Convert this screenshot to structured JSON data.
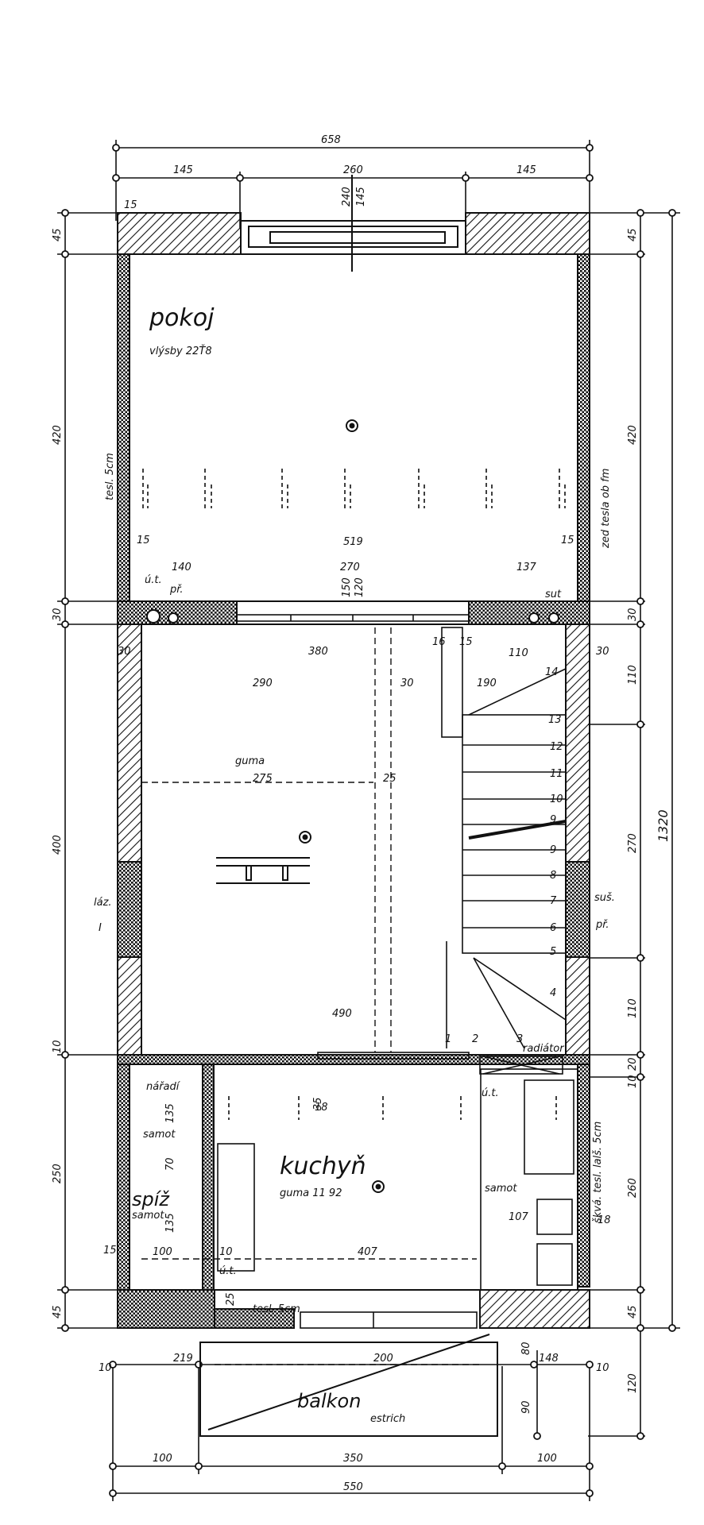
{
  "rooms": {
    "pokoj": {
      "name": "pokoj",
      "note": "vlýsby 22Ť8"
    },
    "kuchyn": {
      "name": "kuchyň",
      "note": "guma 11 92"
    },
    "spiz": {
      "name": "spíž",
      "note": "samot"
    },
    "balkon": {
      "name": "balkon",
      "note": "estrich"
    },
    "hall": {
      "note": "guma"
    }
  },
  "labels": {
    "naradi": "nářadí",
    "samot": "samot",
    "ut": "ú.t.",
    "lazne": "láz.",
    "lazne_sub": "I",
    "susici": "suš.",
    "susici_sub": "př.",
    "radiator": "radiátor",
    "sut": "sut",
    "pr": "př.",
    "right_wall_note_upper": "zed tesla ob fm",
    "right_wall_note_lower": "škvá. tesl. lalš. 5cm",
    "left_wall_note": "tesl. 5cm",
    "kitchen_wall_note": "tesl. 5cm"
  },
  "dimensions": {
    "top_total": "658",
    "top_left": "145",
    "top_mid": "260",
    "top_right": "145",
    "window_top": "240",
    "window_top2": "145",
    "wall_top": "15",
    "left_45_top": "45",
    "left_420": "420",
    "left_30": "30",
    "left_400": "400",
    "left_10": "10",
    "left_250": "250",
    "left_45_bottom": "45",
    "right_45_top": "45",
    "right_420": "420",
    "right_30": "30",
    "right_110_top": "110",
    "right_270": "270",
    "right_110_bottom": "110",
    "right_20": "20",
    "right_10": "10",
    "right_260": "260",
    "right_45_bottom": "45",
    "right_120": "120",
    "right_total": "1320",
    "pokoj_width": "519",
    "corridor_140": "140",
    "corridor_270": "270",
    "corridor_137": "137",
    "opening_150": "150",
    "opening_120": "120",
    "hall_380": "380",
    "hall_290": "290",
    "hall_30": "30",
    "hall_190": "190",
    "hall_110": "110",
    "hall_16": "16",
    "hall_15": "15",
    "hall_275": "275",
    "hall_25": "25",
    "hall_490": "490",
    "wall_15_left": "15",
    "wall_15_right": "15",
    "wall_30_left": "30",
    "wall_30_right": "30",
    "kitchen_407": "407",
    "kitchen_100": "100",
    "kitchen_10": "10",
    "kitchen_107": "107",
    "kitchen_15": "15",
    "kitchen_135a": "135",
    "kitchen_135b": "135",
    "kitchen_70": "70",
    "kitchen_25": "25",
    "kitchen_18": "18",
    "balcony_219": "219",
    "balcony_200": "200",
    "balcony_148": "148",
    "balcony_10a": "10",
    "balcony_10b": "10",
    "balcony_90": "90",
    "balcony_80": "80",
    "bottom_100_left": "100",
    "bottom_350": "350",
    "bottom_100_right": "100",
    "bottom_total": "550",
    "window_35": "35",
    "window_18": "18",
    "stair_14": "14",
    "stair_13": "13",
    "stair_12": "12",
    "stair_11": "11",
    "stair_10": "10",
    "stair_9a": "9",
    "stair_9b": "9",
    "stair_8": "8",
    "stair_7": "7",
    "stair_6": "6",
    "stair_5": "5",
    "stair_4": "4",
    "stair_3": "3",
    "stair_2": "2",
    "stair_1": "1"
  }
}
